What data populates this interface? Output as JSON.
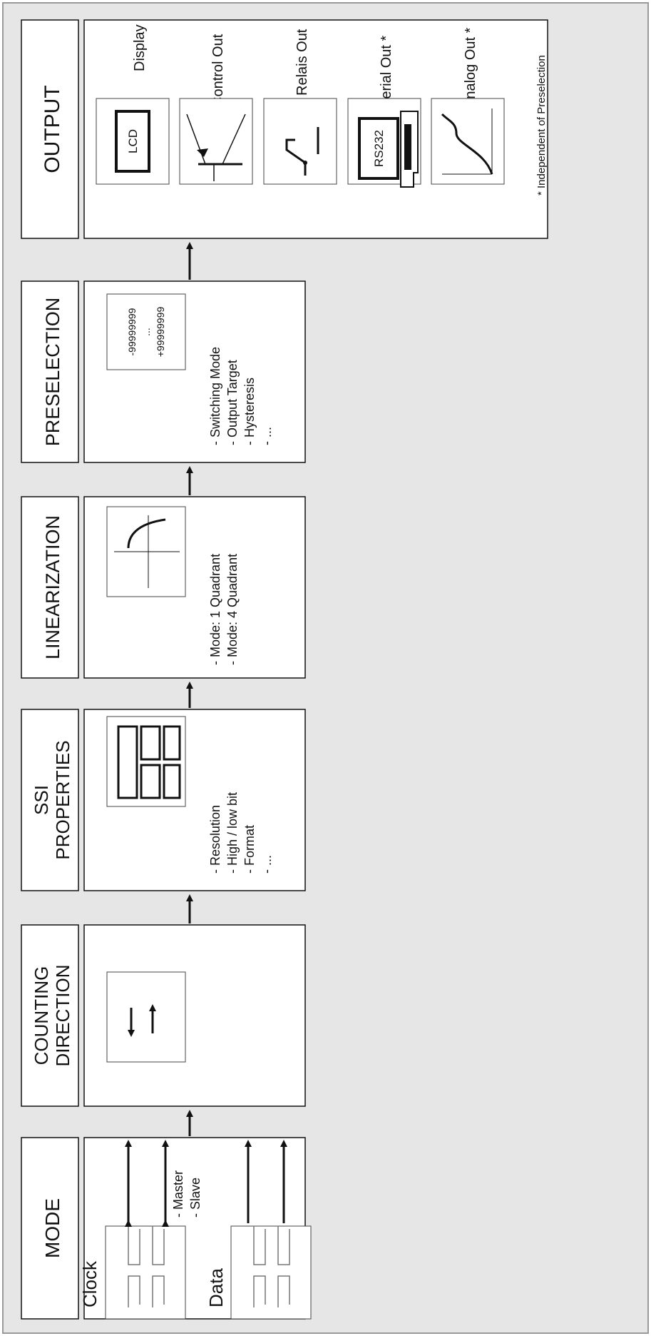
{
  "stages": [
    {
      "title": "OUTPUT",
      "items": []
    },
    {
      "title": "PRESELECTION",
      "items": [
        "- Switching Mode",
        "- Output Target",
        "- Hysteresis",
        "- ..."
      ],
      "range_top": "-99999999",
      "range_mid": "...",
      "range_bottom": "+99999999"
    },
    {
      "title": "LINEARIZATION",
      "items": [
        "- Mode: 1 Quadrant",
        "- Mode: 4 Quadrant"
      ]
    },
    {
      "title_lines": [
        "SSI",
        "PROPERTIES"
      ],
      "items": [
        "- Resolution",
        "- High / low bit",
        "- Format",
        "- ..."
      ]
    },
    {
      "title_lines": [
        "COUNTING",
        "DIRECTION"
      ],
      "items": []
    },
    {
      "title": "MODE",
      "items": [
        "- Master",
        "- Slave"
      ]
    }
  ],
  "outputs": [
    {
      "label": "Display",
      "icon_text": "LCD",
      "icon": "lcd-icon"
    },
    {
      "label": "Control Out",
      "icon": "transistor-icon"
    },
    {
      "label": "Relais Out",
      "icon": "relay-switch-icon"
    },
    {
      "label": "Serial Out *",
      "icon_text": "RS232",
      "icon": "serial-port-icon"
    },
    {
      "label": "Analog Out *",
      "icon": "analog-curve-icon"
    }
  ],
  "footnote": "* Independent of Preselection",
  "inputs": [
    {
      "label": "Clock",
      "arrows": "bidirectional"
    },
    {
      "label": "Data",
      "arrows": "unidirectional"
    }
  ],
  "colors": {
    "background": "#e6e6e6",
    "box": "#ffffff",
    "stroke": "#111111"
  }
}
